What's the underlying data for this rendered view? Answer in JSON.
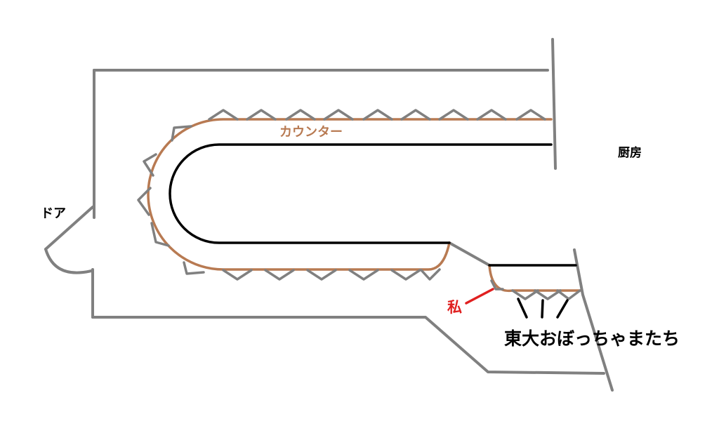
{
  "labels": {
    "door": "ドア",
    "counter": "カウンター",
    "kitchen": "厨房",
    "me": "私",
    "group": "東大おぼっちゃまたち"
  },
  "colors": {
    "wall": "#808080",
    "counter_edge": "#b87a52",
    "counter_inner": "#000000",
    "seat": "#808080",
    "me": "#e02020",
    "text": "#000000",
    "background": "#ffffff"
  }
}
